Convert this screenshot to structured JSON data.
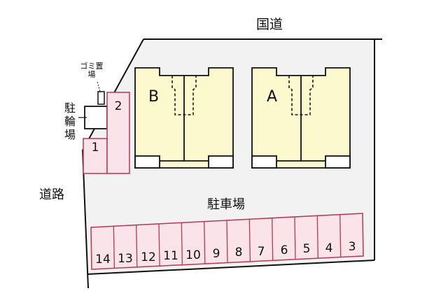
{
  "labels": {
    "road_national": "国道",
    "road_side": "道路",
    "parking_lot": "駐車場",
    "bicycle_parking": "駐輪場",
    "garbage_area": "ゴミ置場"
  },
  "buildings": [
    {
      "id": "B",
      "label": "B"
    },
    {
      "id": "A",
      "label": "A"
    }
  ],
  "parking_slots": {
    "side": [
      "1",
      "2"
    ],
    "bottom_row": [
      "14",
      "13",
      "12",
      "11",
      "10",
      "9",
      "8",
      "7",
      "6",
      "5",
      "4",
      "3"
    ]
  },
  "colors": {
    "site_fill": "#f2f2f2",
    "building_fill": "#fdf9cf",
    "parking_fill": "#fbe3ea",
    "parking_stroke": "#b23a52",
    "line": "#111111"
  }
}
